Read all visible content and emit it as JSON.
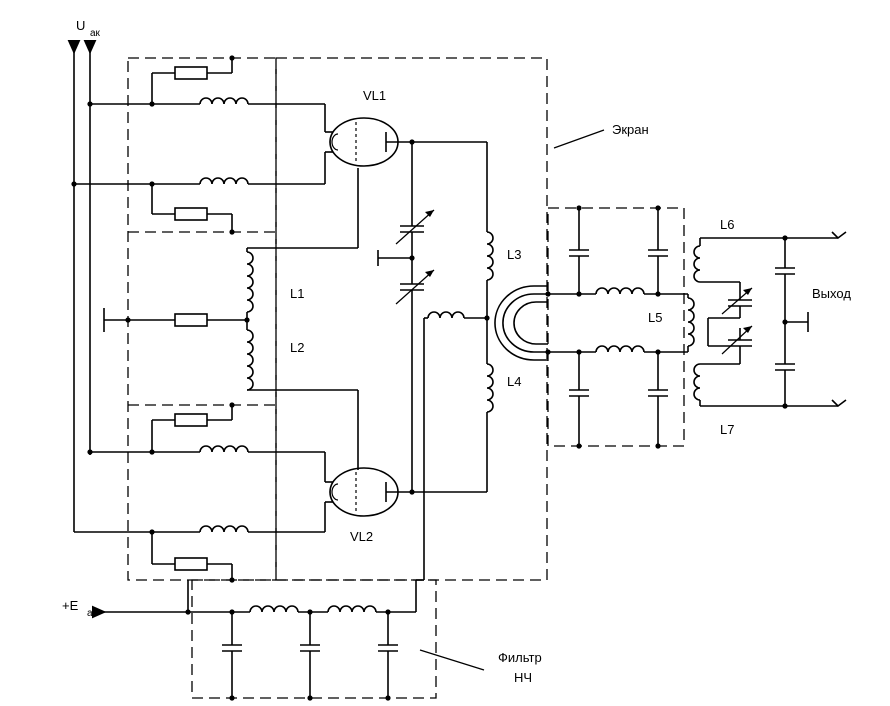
{
  "labels": {
    "u_ak": "U",
    "u_ak_sub": "ак",
    "ea": "+E",
    "ea_sub": "a",
    "vl1": "VL1",
    "vl2": "VL2",
    "l1": "L1",
    "l2": "L2",
    "l3": "L3",
    "l4": "L4",
    "l5": "L5",
    "l6": "L6",
    "l7": "L7",
    "screen": "Экран",
    "output": "Выход",
    "filter_line1": "Фильтр",
    "filter_line2": "НЧ"
  }
}
